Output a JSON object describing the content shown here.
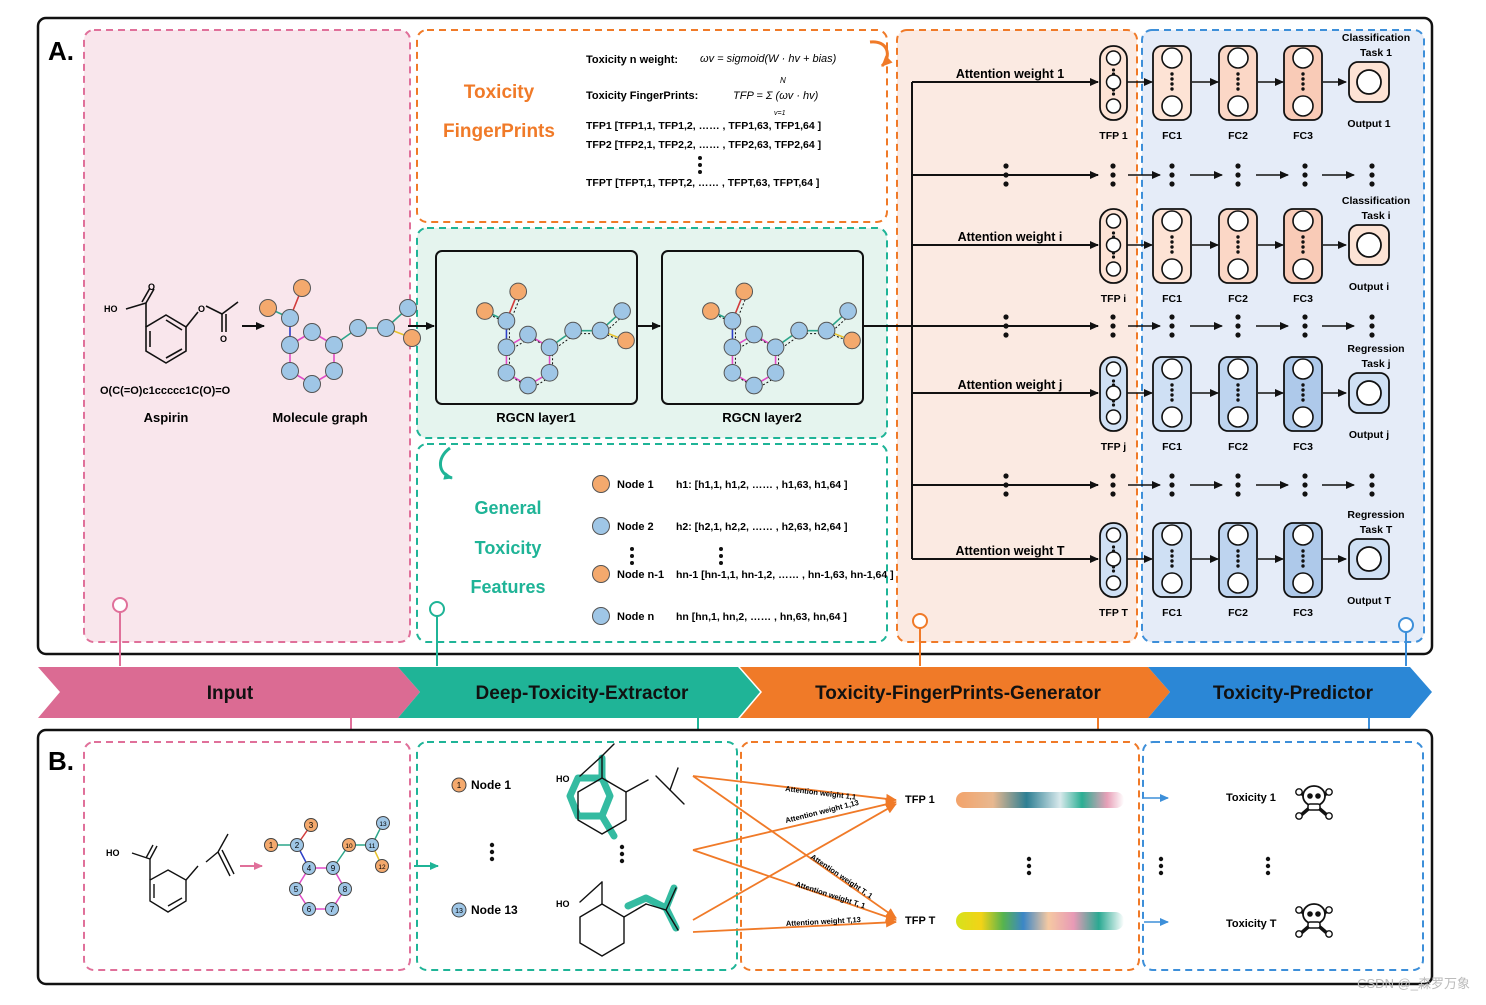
{
  "panelA": {
    "label": "A."
  },
  "panelB": {
    "label": "B."
  },
  "pipeline": {
    "stages": [
      {
        "label": "Input",
        "color": "#db6b93"
      },
      {
        "label": "Deep-Toxicity-Extractor",
        "color": "#1fb497"
      },
      {
        "label": "Toxicity-FingerPrints-Generator",
        "color": "#f07a28"
      },
      {
        "label": "Toxicity-Predictor",
        "color": "#2b87d6"
      }
    ]
  },
  "input": {
    "molecule_name": "Aspirin",
    "smiles": "O(C(=O)c1ccccc1C(O)=O",
    "graph_label": "Molecule graph",
    "oh_label": "HO",
    "o_label": "O"
  },
  "fingerprints": {
    "title_line1": "Toxicity",
    "title_line2": "FingerPrints",
    "weight_label": "Toxicity n weight:",
    "weight_formula": "ωv = sigmoid(W · hv + bias)",
    "tfp_label": "Toxicity FingerPrints:",
    "tfp_formula": "TFP = Σ (ωv · hv)",
    "sum_top": "N",
    "sum_bottom": "v=1",
    "rows": [
      "TFP1 [TFP1,1, TFP1,2, …… , TFP1,63, TFP1,64 ]",
      "TFP2 [TFP2,1, TFP2,2, …… , TFP2,63, TFP2,64 ]",
      "TFPT [TFPT,1, TFPT,2, …… , TFPT,63, TFPT,64 ]"
    ]
  },
  "rgcn": {
    "layer1": "RGCN layer1",
    "layer2": "RGCN layer2"
  },
  "general": {
    "title": [
      "General",
      "Toxicity",
      "Features"
    ],
    "nodes": [
      {
        "label": "Node 1",
        "vector": "h1: [h1,1, h1,2, …… , h1,63, h1,64 ]",
        "color": "#f4a96d"
      },
      {
        "label": "Node 2",
        "vector": "h2: [h2,1, h2,2, …… , h2,63, h2,64 ]",
        "color": "#9fc6e6"
      },
      {
        "label": "Node n-1",
        "vector": "hn-1 [hn-1,1, hn-1,2, …… , hn-1,63, hn-1,64 ]",
        "color": "#f4a96d"
      },
      {
        "label": "Node n",
        "vector": "hn [hn,1, hn,2, …… , hn,63, hn,64 ]",
        "color": "#9fc6e6"
      }
    ]
  },
  "attention": {
    "rows": [
      {
        "weight": "Attention weight 1",
        "tfp": "TFP 1",
        "task": [
          "Classification",
          "Task 1"
        ],
        "output": "Output 1",
        "kind": "classification"
      },
      {
        "weight": "Attention weight i",
        "tfp": "TFP i",
        "task": [
          "Classification",
          "Task i"
        ],
        "output": "Output i",
        "kind": "classification"
      },
      {
        "weight": "Attention weight j",
        "tfp": "TFP j",
        "task": [
          "Regression",
          "Task j"
        ],
        "output": "Output j",
        "kind": "regression"
      },
      {
        "weight": "Attention weight T",
        "tfp": "TFP T",
        "task": [
          "Regression",
          "Task T"
        ],
        "output": "Output T",
        "kind": "regression"
      }
    ],
    "fc_labels": [
      "FC1",
      "FC2",
      "FC3"
    ]
  },
  "bottom": {
    "node1": "Node 1",
    "node13": "Node 13",
    "node1_num": "1",
    "node13_num": "13",
    "tfp1": "TFP 1",
    "tfpT": "TFP T",
    "tox1": "Toxicity 1",
    "toxT": "Toxicity T",
    "weights": [
      "Attention weight 1,1",
      "Attention weight 1,13",
      "Attention weight T, 1",
      "Attention weight T,13"
    ],
    "graph_numbers": [
      "1",
      "2",
      "3",
      "4",
      "5",
      "6",
      "7",
      "8",
      "9",
      "10",
      "11",
      "12",
      "13"
    ]
  },
  "watermark": "CSDN @_森罗万象",
  "colors": {
    "pink_bg": "#f9e6ec",
    "green_bg": "#e5f4ee",
    "orange_bg": "#fbeae2",
    "blue_bg": "#e5ecf8",
    "orange_node": "#f4a96d",
    "blue_node": "#9fc6e6"
  }
}
